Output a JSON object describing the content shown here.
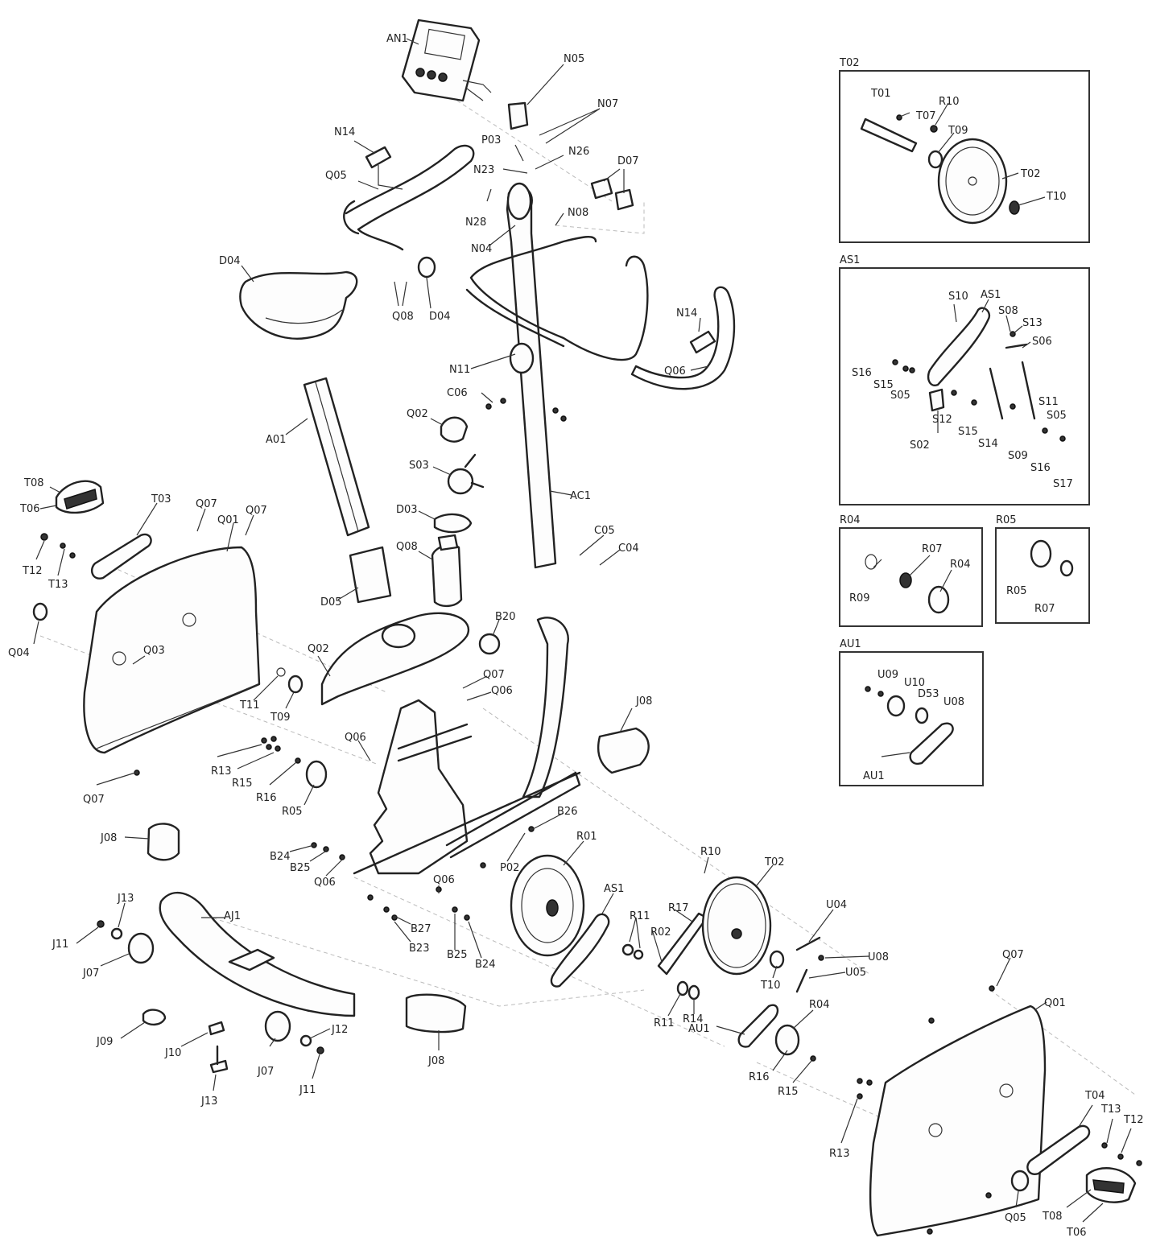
{
  "insets": {
    "t02": {
      "title": "T02",
      "labels": [
        "T01",
        "T07",
        "R10",
        "T09",
        "T02",
        "T10"
      ]
    },
    "as1": {
      "title": "AS1",
      "labels": [
        "S10",
        "AS1",
        "S08",
        "S13",
        "S06",
        "S16",
        "S15",
        "S05",
        "S11",
        "S12",
        "S05",
        "S15",
        "S14",
        "S02",
        "S09",
        "S16",
        "S17"
      ]
    },
    "r04": {
      "title": "R04",
      "labels": [
        "R07",
        "R04",
        "R09"
      ]
    },
    "r05": {
      "title": "R05",
      "labels": [
        "R05",
        "R07"
      ]
    },
    "au1": {
      "title": "AU1",
      "labels": [
        "U09",
        "U10",
        "D53",
        "U08",
        "AU1"
      ]
    }
  },
  "labels": {
    "an1": "AN1",
    "n05": "N05",
    "n07": "N07",
    "p03": "P03",
    "n26": "N26",
    "n14a": "N14",
    "q05a": "Q05",
    "d07": "D07",
    "n23": "N23",
    "n28": "N28",
    "n08": "N08",
    "n04": "N04",
    "d04a": "D04",
    "q08": "Q08",
    "d04b": "D04",
    "n14b": "N14",
    "n11": "N11",
    "q06a": "Q06",
    "c06": "C06",
    "a01": "A01",
    "q02a": "Q02",
    "s03": "S03",
    "ac1": "AC1",
    "d03": "D03",
    "c05": "C05",
    "c04": "C04",
    "q08b": "Q08",
    "d05": "D05",
    "t08a": "T08",
    "t06a": "T06",
    "t03": "T03",
    "q07a": "Q07",
    "q01a": "Q01",
    "q07b": "Q07",
    "t12a": "T12",
    "t13a": "T13",
    "q04": "Q04",
    "q03": "Q03",
    "q02b": "Q02",
    "b20": "B20",
    "q07c": "Q07",
    "q06b": "Q06",
    "t11": "T11",
    "t09": "T09",
    "j08a": "J08",
    "q06c": "Q06",
    "r13a": "R13",
    "r15a": "R15",
    "r16a": "R16",
    "r05": "R05",
    "q07d": "Q07",
    "b26": "B26",
    "r01": "R01",
    "j08b": "J08",
    "b24a": "B24",
    "b25a": "B25",
    "q06d": "Q06",
    "p02": "P02",
    "r10": "R10",
    "t02": "T02",
    "aj1": "AJ1",
    "q06e": "Q06",
    "as1": "AS1",
    "r17": "R17",
    "u04": "U04",
    "j13a": "J13",
    "b27": "B27",
    "r11a": "R11",
    "r02": "R02",
    "j11a": "J11",
    "b23": "B23",
    "b25b": "B25",
    "b24b": "B24",
    "u08": "U08",
    "t10": "T10",
    "u05": "U05",
    "q07e": "Q07",
    "j07a": "J07",
    "q01b": "Q01",
    "r11b": "R11",
    "r14": "R14",
    "au1": "AU1",
    "r04": "R04",
    "j09": "J09",
    "j10": "J10",
    "j12": "J12",
    "j08c": "J08",
    "r16b": "R16",
    "r15b": "R15",
    "j07b": "J07",
    "j11b": "J11",
    "j13b": "J13",
    "r13b": "R13",
    "t04": "T04",
    "t13b": "T13",
    "t12b": "T12",
    "q05b": "Q05",
    "t08b": "T08",
    "t06b": "T06"
  }
}
